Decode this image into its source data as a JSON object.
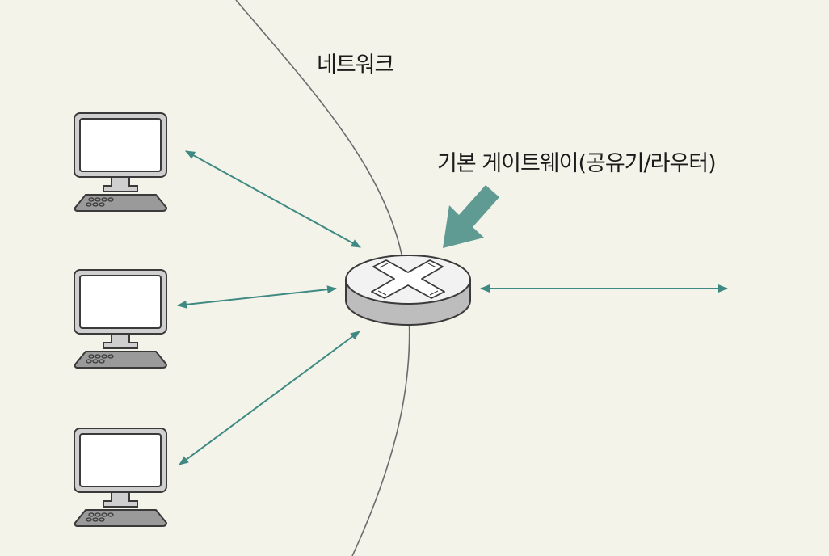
{
  "labels": {
    "network": "네트워크",
    "gateway": "기본 게이트웨이(공유기/라우터)"
  },
  "nodes": {
    "computers": [
      {
        "name": "computer-top"
      },
      {
        "name": "computer-middle"
      },
      {
        "name": "computer-bottom"
      }
    ],
    "router": {
      "icon": "router-icon"
    }
  },
  "colors": {
    "background": "#f4f3ea",
    "link_arrow": "#3e8a83",
    "pointer_arrow": "#5f9a93",
    "network_boundary": "#6b6b6b",
    "router_top": "#f2f2f2",
    "router_side": "#bdbdbd",
    "monitor_frame": "#cfcfcf",
    "outline": "#3a3a3a"
  }
}
